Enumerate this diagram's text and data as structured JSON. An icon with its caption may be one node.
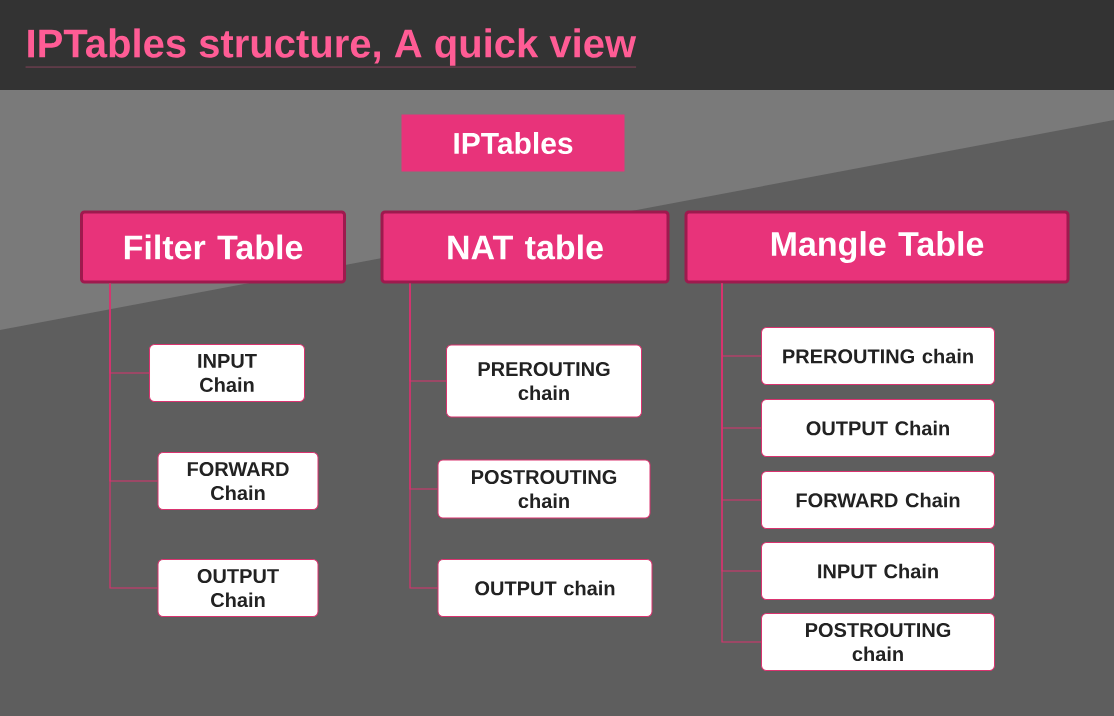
{
  "diagram": {
    "title": "IPTables structure, A quick view",
    "nodes": [
      {
        "text": [
          "IPTables"
        ]
      },
      {
        "text": [
          "Filter Table"
        ]
      },
      {
        "text": [
          "NAT table"
        ]
      },
      {
        "text": [
          "Mangle Table"
        ]
      },
      {
        "text": [
          "INPUT Chain"
        ]
      },
      {
        "text": [
          "FORWARD Chain"
        ]
      },
      {
        "text": [
          "OUTPUT Chain"
        ]
      },
      {
        "text": [
          "PREROUTING chain"
        ]
      },
      {
        "text": [
          "POSTROUTING chain"
        ]
      },
      {
        "text": [
          "OUTPUT chain"
        ]
      },
      {
        "text": [
          "PREROUTING chain"
        ]
      },
      {
        "text": [
          "OUTPUT Chain"
        ]
      },
      {
        "text": [
          "FORWARD Chain"
        ]
      },
      {
        "text": [
          "INPUT Chain"
        ]
      },
      {
        "text": [
          "POSTROUTING chain"
        ]
      }
    ],
    "edges": [
      {
        "from": 1,
        "to": 4,
        "arrow": "none"
      },
      {
        "from": 1,
        "to": 5,
        "arrow": "none"
      },
      {
        "from": 1,
        "to": 6,
        "arrow": "none"
      },
      {
        "from": 2,
        "to": 7,
        "arrow": "none"
      },
      {
        "from": 2,
        "to": 8,
        "arrow": "none"
      },
      {
        "from": 2,
        "to": 9,
        "arrow": "none"
      },
      {
        "from": 3,
        "to": 10,
        "arrow": "none"
      },
      {
        "from": 3,
        "to": 11,
        "arrow": "none"
      },
      {
        "from": 3,
        "to": 12,
        "arrow": "none"
      },
      {
        "from": 3,
        "to": 13,
        "arrow": "none"
      },
      {
        "from": 3,
        "to": 14,
        "arrow": "none"
      }
    ]
  }
}
